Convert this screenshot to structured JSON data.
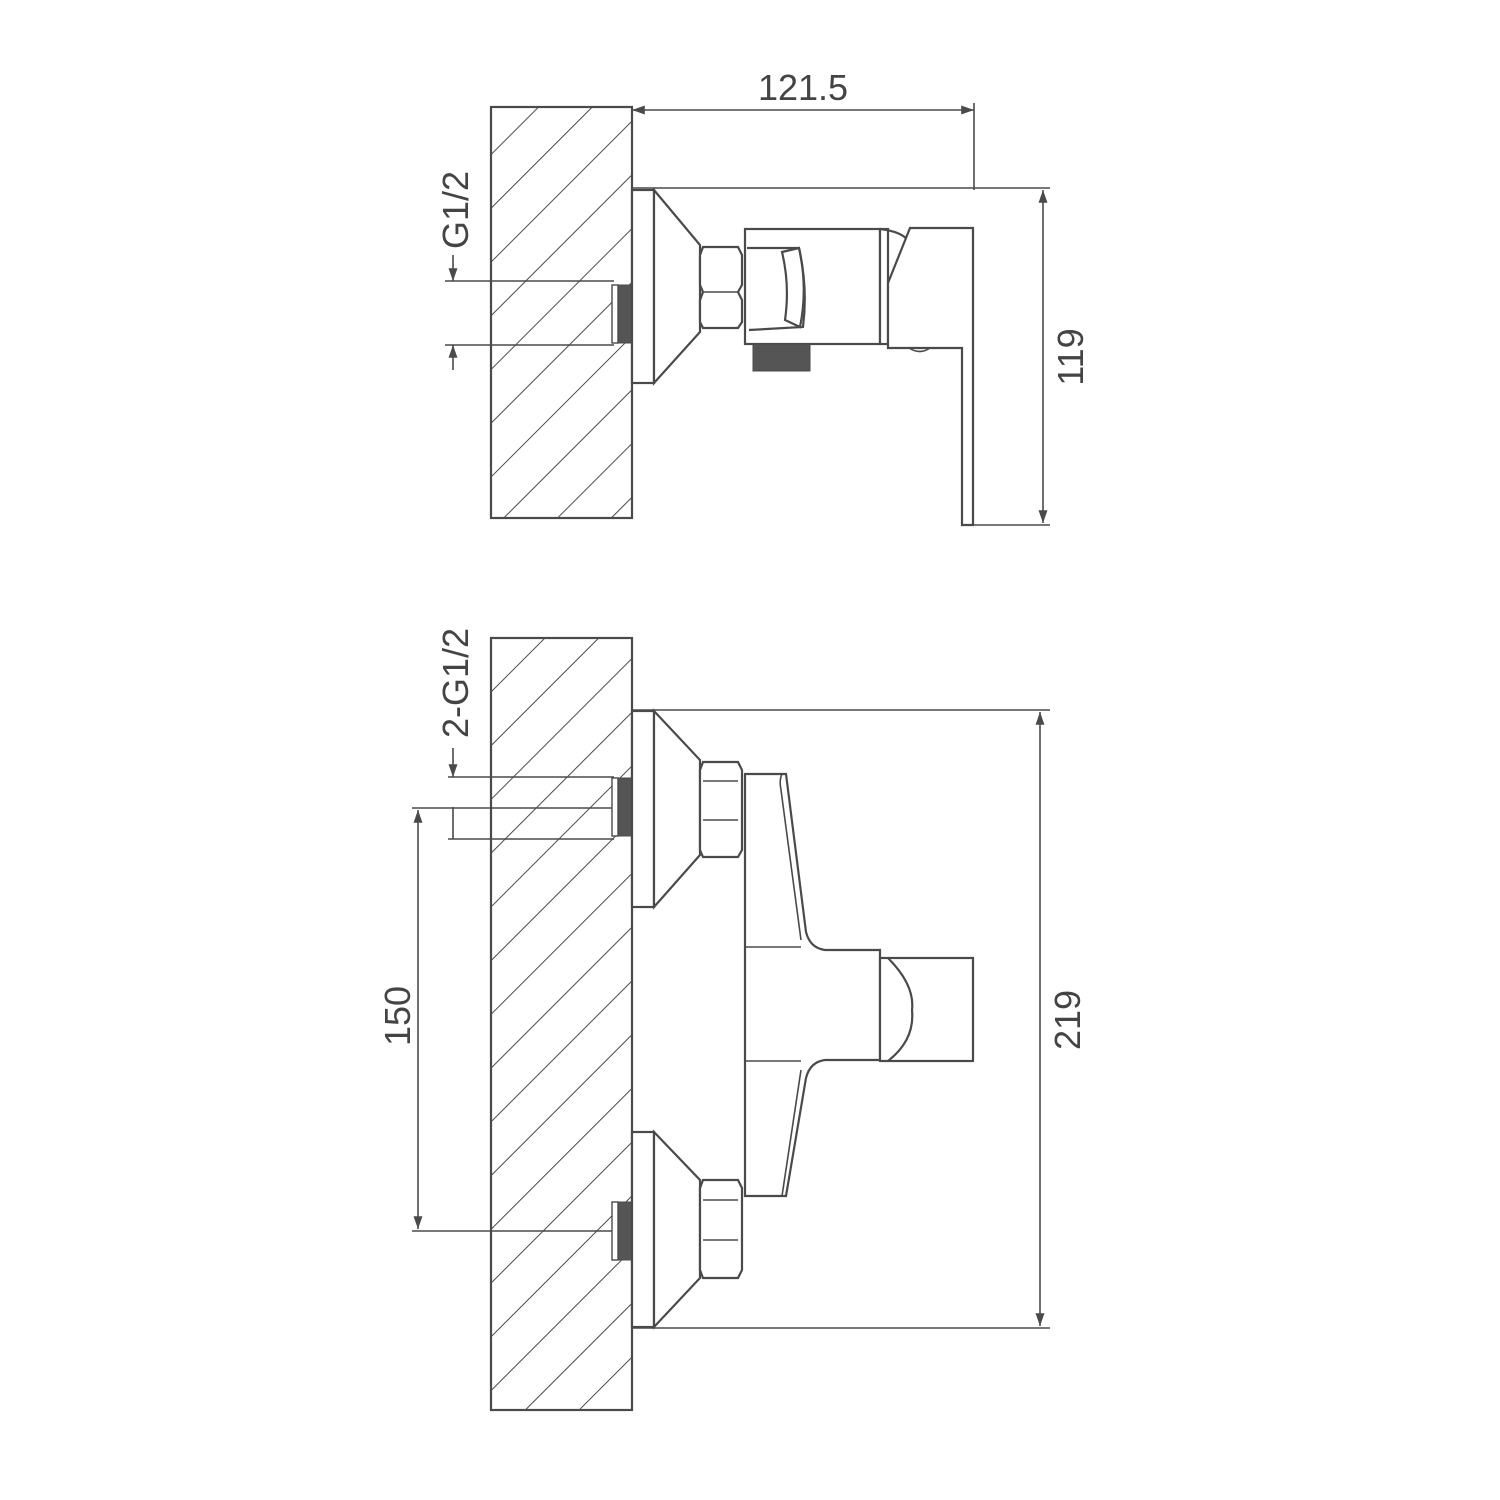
{
  "drawing": {
    "title": "Wall-mounted shower mixer dimension drawing",
    "line_color": "#4a4a4a",
    "side_view": {
      "dim_depth": "121.5",
      "dim_height": "119",
      "thread_label": "G1/2"
    },
    "front_view": {
      "dim_center_distance": "150",
      "dim_height": "219",
      "thread_label": "2-G1/2"
    }
  }
}
